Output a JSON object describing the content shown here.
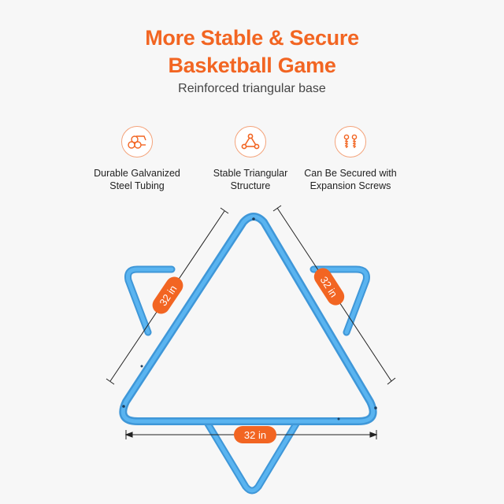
{
  "header": {
    "title_line1": "More Stable & Secure",
    "title_line2": "Basketball Game",
    "subtitle": "Reinforced triangular base"
  },
  "features": [
    {
      "icon": "steel-tubes-icon",
      "line1": "Durable Galvanized",
      "line2": "Steel Tubing"
    },
    {
      "icon": "triangle-structure-icon",
      "line1": "Stable Triangular",
      "line2": "Structure"
    },
    {
      "icon": "screws-icon",
      "line1": "Can Be Secured with",
      "line2": "Expansion Screws"
    }
  ],
  "dimensions": {
    "left": "32 in",
    "right": "32 in",
    "bottom": "32 in"
  },
  "colors": {
    "accent": "#f26522",
    "frame": "#4aa7e8"
  }
}
